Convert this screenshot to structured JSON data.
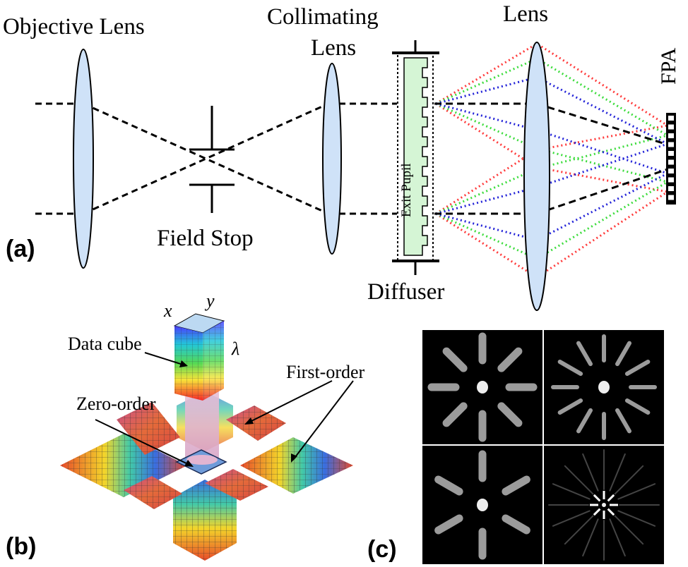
{
  "panel_a": {
    "panel_label": "(a)",
    "objective_lens": "Objective Lens",
    "collimating_lens_line1": "Collimating",
    "collimating_lens_line2": "Lens",
    "lens": "Lens",
    "field_stop": "Field Stop",
    "exit_pupil": "Exit Pupil",
    "diffuser": "Diffuser",
    "fpa": "FPA",
    "ray_colors": {
      "red": "#ff3b3b",
      "green": "#3ddc3d",
      "blue": "#2424d8",
      "central": "#000000"
    },
    "lens_fill": "#cfe2f8",
    "diffuser_fill": "#d5f5d5"
  },
  "panel_b": {
    "panel_label": "(b)",
    "x_axis": "x",
    "y_axis": "y",
    "lambda_axis": "λ",
    "data_cube": "Data cube",
    "zero_order": "Zero-order",
    "first_order": "First-order"
  },
  "panel_c": {
    "panel_label": "(c)",
    "tiles": [
      {
        "name": "psf-top-left",
        "arms": 8
      },
      {
        "name": "psf-top-right",
        "arms": 12
      },
      {
        "name": "psf-bottom-left",
        "arms": 6
      },
      {
        "name": "psf-bottom-right",
        "arms": 16
      }
    ]
  }
}
